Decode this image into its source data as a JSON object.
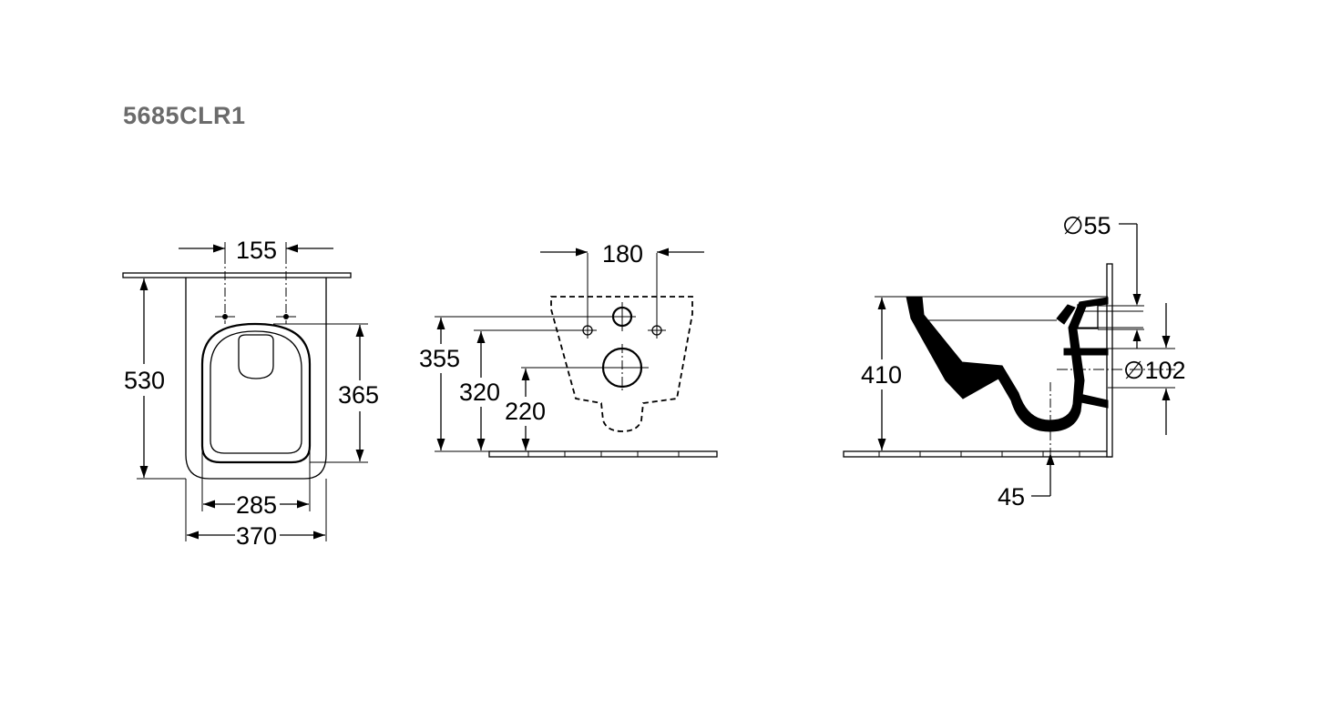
{
  "title": "5685CLR1",
  "plan_view": {
    "dims": {
      "fixing_spacing": "155",
      "depth": "530",
      "seat_depth": "365",
      "inner_width": "285",
      "width": "370"
    }
  },
  "wall_view": {
    "dims": {
      "fixing_spacing": "180",
      "height_top": "355",
      "height_fixings": "320",
      "height_outlet": "220"
    }
  },
  "side_view": {
    "dims": {
      "inlet_diameter": "∅55",
      "height": "410",
      "outlet_diameter": "∅102",
      "outlet_offset": "45"
    }
  }
}
